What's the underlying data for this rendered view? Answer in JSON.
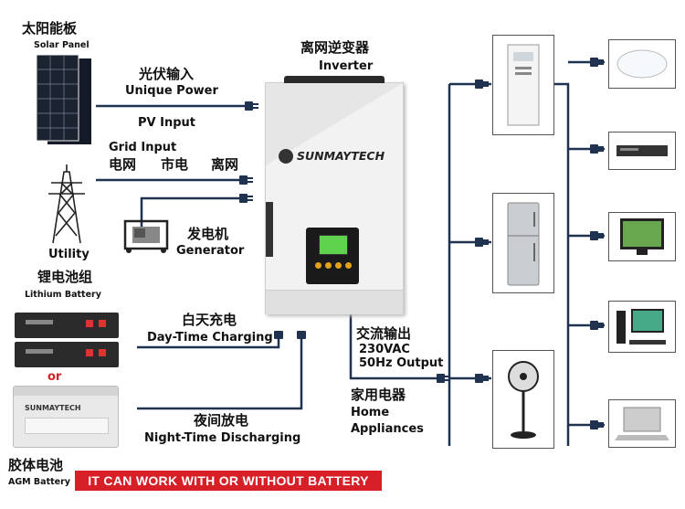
{
  "solar": {
    "cn": "太阳能板",
    "en": "Solar Panel"
  },
  "pv": {
    "cn": "光伏输入",
    "en": "Unique Power",
    "input": "PV Input"
  },
  "grid": {
    "en": "Grid Input",
    "cn1": "电网",
    "cn2": "市电",
    "cn3": "离网"
  },
  "utility": {
    "en": "Utility"
  },
  "generator": {
    "cn": "发电机",
    "en": "Generator"
  },
  "lithium": {
    "cn": "锂电池组",
    "en": "Lithium Battery"
  },
  "or": "or",
  "agm": {
    "cn": "胶体电池",
    "en": "AGM Battery"
  },
  "day": {
    "cn": "白天充电",
    "en": "Day-Time Charging"
  },
  "night": {
    "cn": "夜间放电",
    "en": "Night-Time Discharging"
  },
  "inverter": {
    "cn": "离网逆变器",
    "en": "Inverter",
    "brand": "SUNMAYTECH"
  },
  "battery_brand": "SUNMAYTECH",
  "ac": {
    "cn": "交流输出",
    "v": "230VAC",
    "hz": "50Hz Output"
  },
  "home": {
    "cn": "家用电器",
    "en1": "Home",
    "en2": "Appliances"
  },
  "banner": "IT CAN WORK WITH OR WITHOUT BATTERY",
  "colors": {
    "wire": "#1f3350",
    "banner": "#d61f26"
  }
}
